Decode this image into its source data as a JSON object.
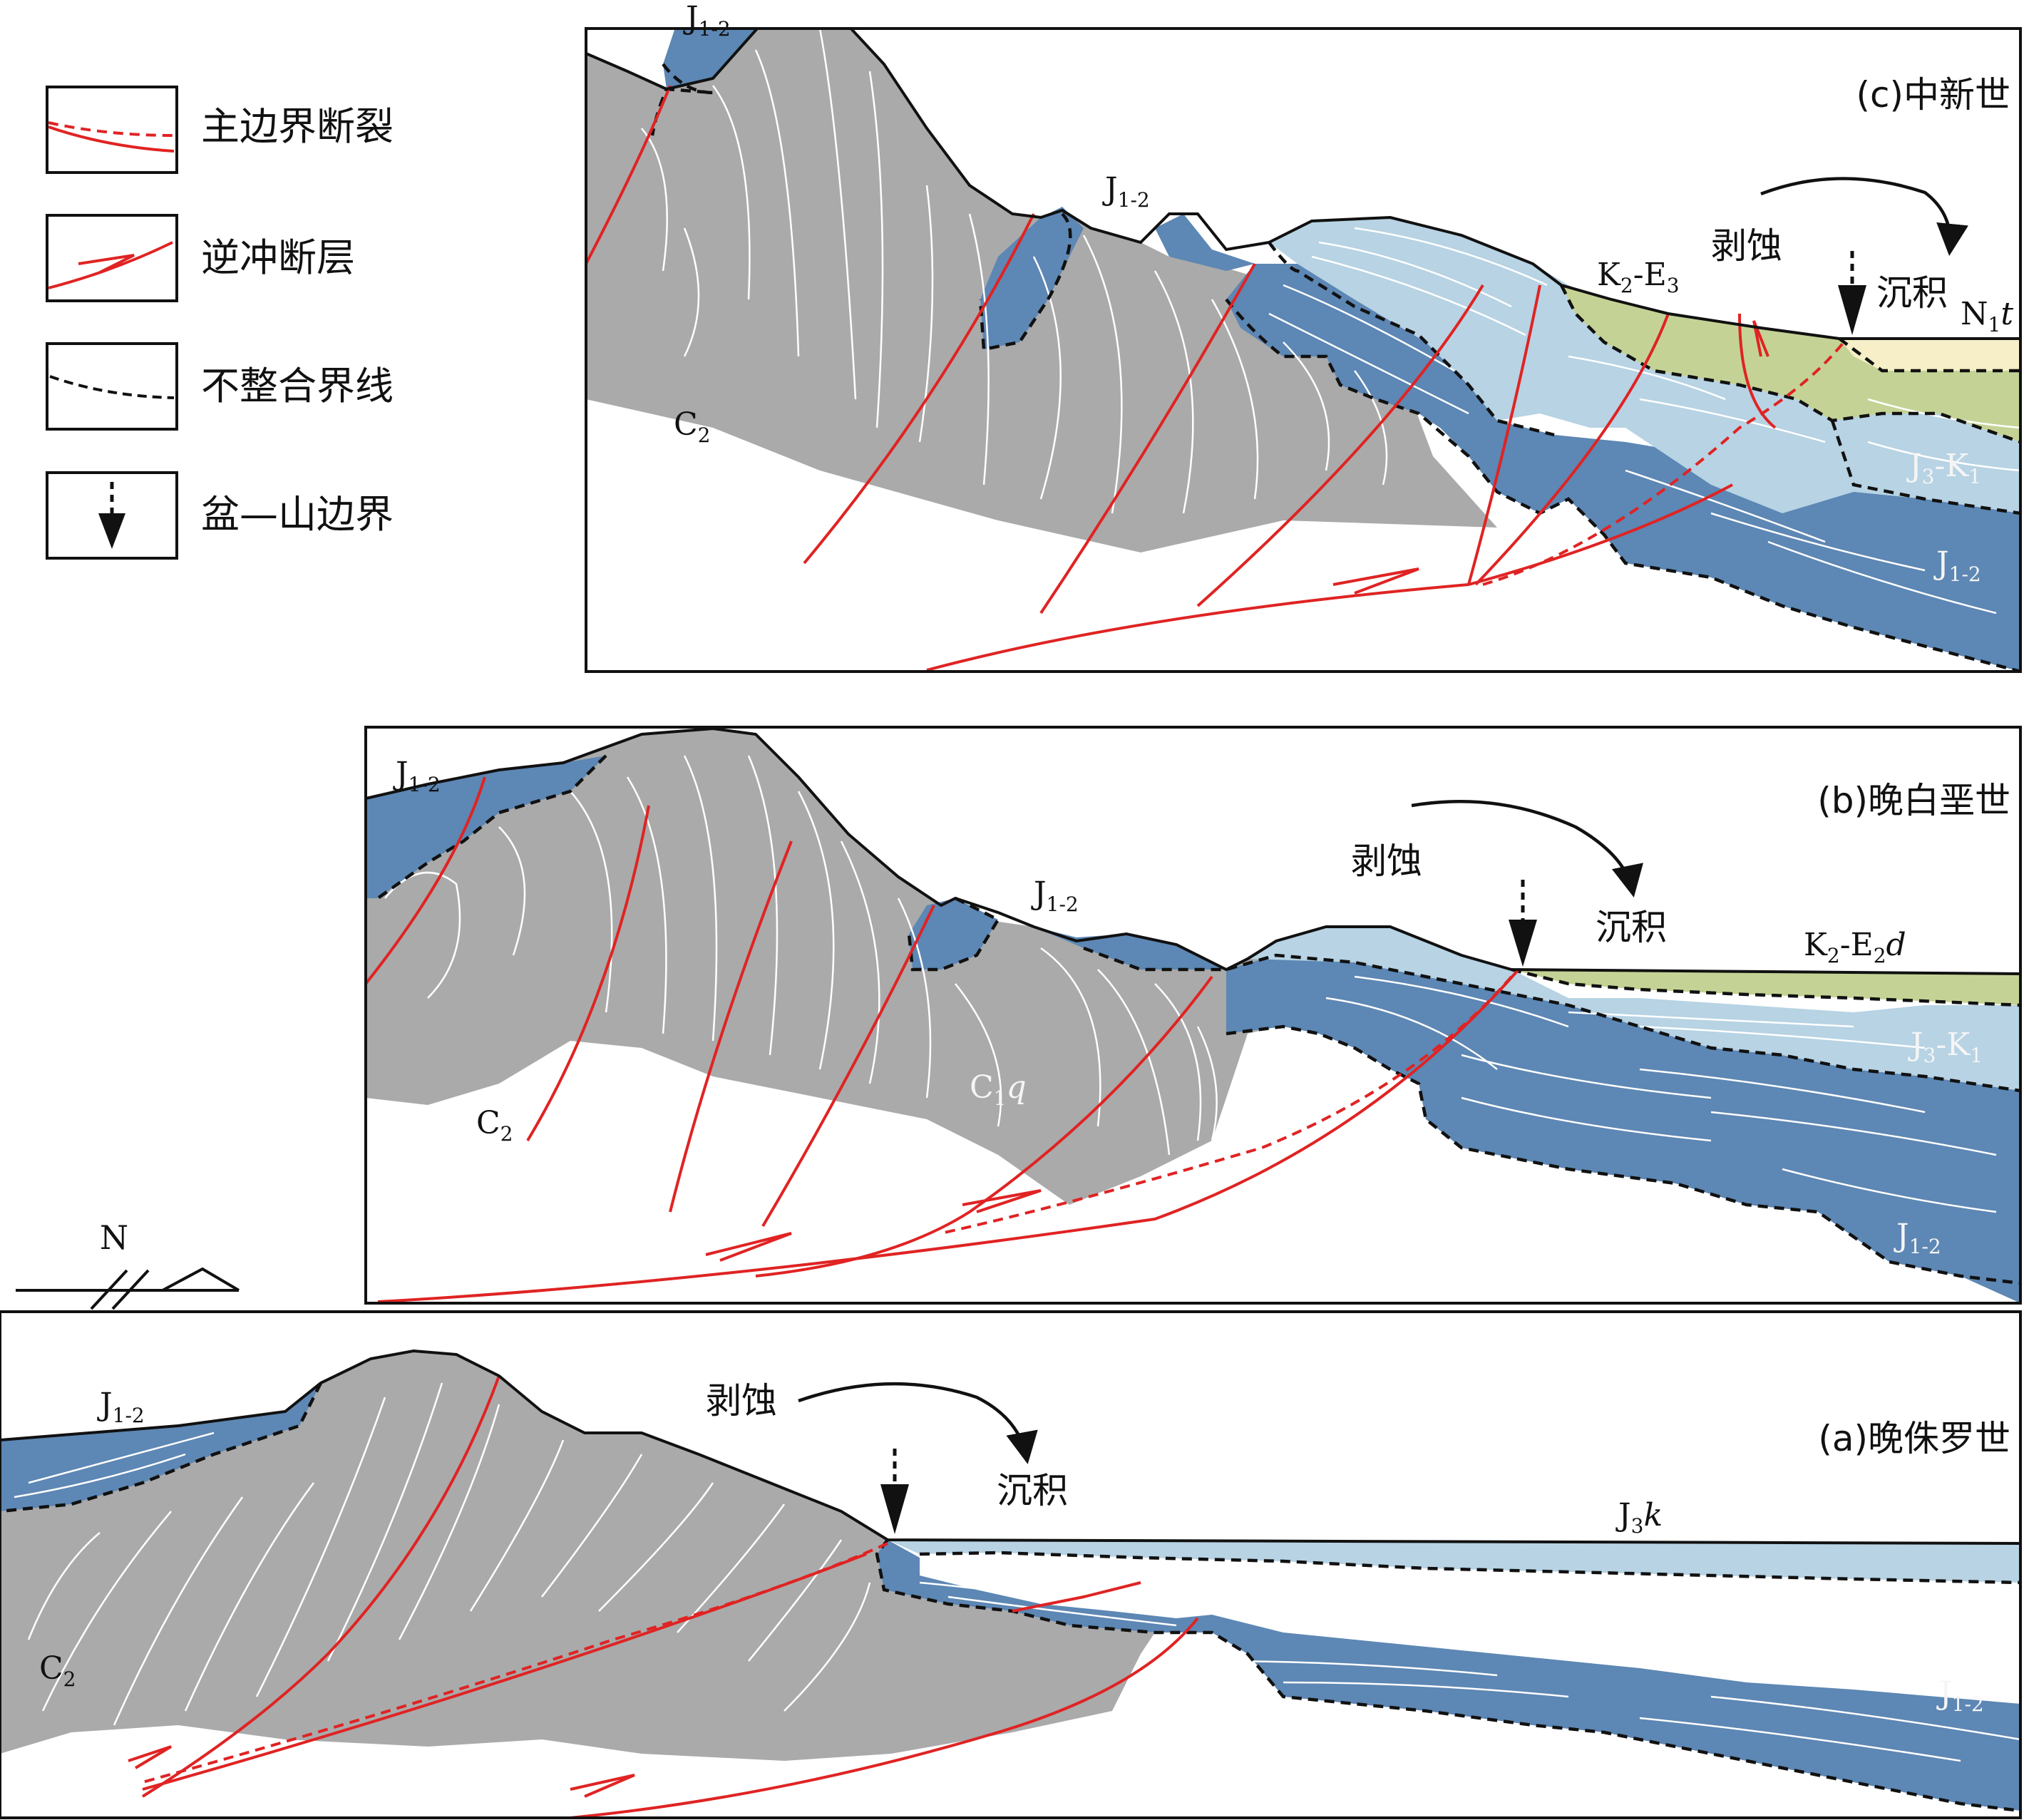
{
  "legend": {
    "items": [
      {
        "label": "主边界断裂",
        "icon": "main-boundary-fault-icon"
      },
      {
        "label": "逆冲断层",
        "icon": "thrust-fault-icon"
      },
      {
        "label": "不整合界线",
        "icon": "unconformity-line-icon"
      },
      {
        "label": "盆—山边界",
        "icon": "basin-mountain-boundary-icon"
      }
    ]
  },
  "north_arrow": {
    "label": "N"
  },
  "colors": {
    "basement_gray": "#aaaaaa",
    "j12_blue": "#5d87b4",
    "j3k1_lightblue": "#b7d3e4",
    "k2e_green": "#c4d395",
    "n1t_cream": "#f6efc7",
    "fault_red": "#e02323",
    "outline": "#111111",
    "strata_white": "#ffffff"
  },
  "panels": {
    "c": {
      "title": "(c)中新世",
      "erosion": "剥蚀",
      "deposition": "沉积",
      "units": {
        "j12_top": {
          "main": "J",
          "sub": "1-2"
        },
        "j12_mid": {
          "main": "J",
          "sub": "1-2"
        },
        "c2": {
          "main": "C",
          "sub": "2"
        },
        "k2e3": {
          "main": "K",
          "sub": "2",
          "rest": "-E",
          "sub2": "3"
        },
        "n1t": {
          "main": "N",
          "sub": "1",
          "ital": "t"
        },
        "j3k1": {
          "main": "J",
          "sub": "3",
          "rest": "-K",
          "sub2": "1"
        },
        "j12_right": {
          "main": "J",
          "sub": "1-2"
        }
      }
    },
    "b": {
      "title": "(b)晚白垩世",
      "erosion": "剥蚀",
      "deposition": "沉积",
      "units": {
        "j12_left": {
          "main": "J",
          "sub": "1-2"
        },
        "j12_mid": {
          "main": "J",
          "sub": "1-2"
        },
        "c1q": {
          "main": "C",
          "sub": "1",
          "ital": "q"
        },
        "c2": {
          "main": "C",
          "sub": "2"
        },
        "k2e2d": {
          "main": "K",
          "sub": "2",
          "rest": "-E",
          "sub2": "2",
          "ital": "d"
        },
        "j3k1": {
          "main": "J",
          "sub": "3",
          "rest": "-K",
          "sub2": "1"
        },
        "j12_right": {
          "main": "J",
          "sub": "1-2"
        }
      }
    },
    "a": {
      "title": "(a)晚侏罗世",
      "erosion": "剥蚀",
      "deposition": "沉积",
      "units": {
        "j12_left": {
          "main": "J",
          "sub": "1-2"
        },
        "c2": {
          "main": "C",
          "sub": "2"
        },
        "j3k": {
          "main": "J",
          "sub": "3",
          "ital": "k"
        },
        "j12_right": {
          "main": "J",
          "sub": "1-2"
        }
      }
    }
  }
}
